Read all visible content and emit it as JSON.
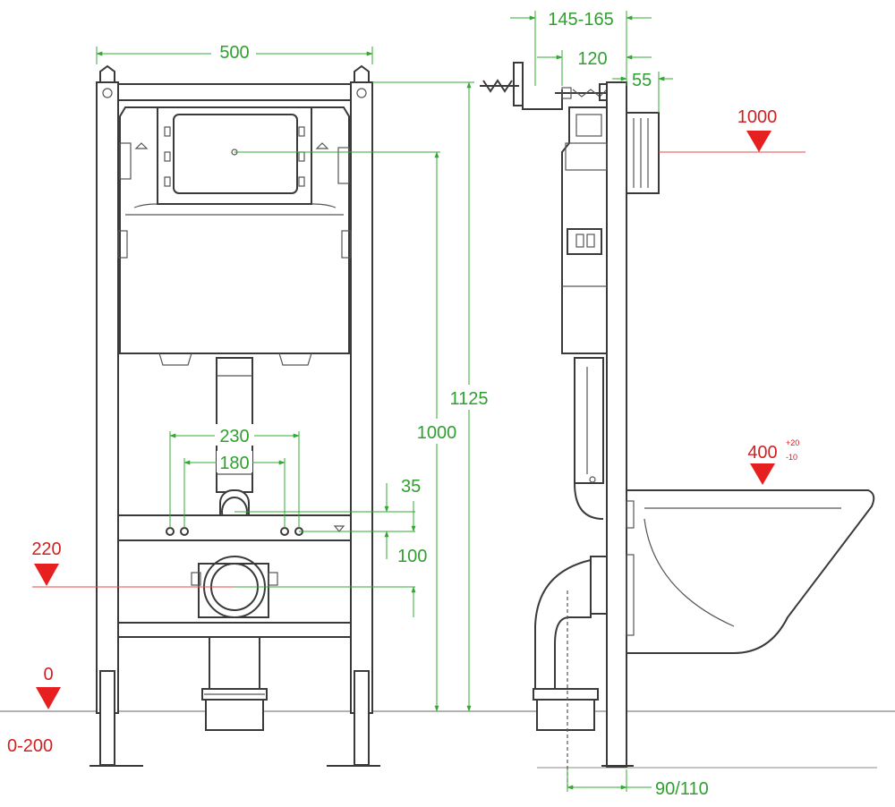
{
  "colors": {
    "dimension": "#2fa02f",
    "level": "#d12020",
    "line": "#3a3a3a"
  },
  "front_view": {
    "frame_width": "500",
    "flush_plate_height": "1000",
    "frame_height": "1125",
    "bolt_spacing_outer": "230",
    "bolt_spacing_inner": "180",
    "bolt_offset_small": "35",
    "bolt_offset_large": "100"
  },
  "side_view": {
    "wall_depth_range": "145-165",
    "bracket_depth": "120",
    "plate_depth": "55",
    "pipe_diameter": "90/110"
  },
  "levels": {
    "flush_level": "1000",
    "pan_level": "400",
    "pan_tol_plus": "+20",
    "pan_tol_minus": "-10",
    "drain_level": "220",
    "floor_level": "0",
    "leg_adjust": "0-200"
  }
}
